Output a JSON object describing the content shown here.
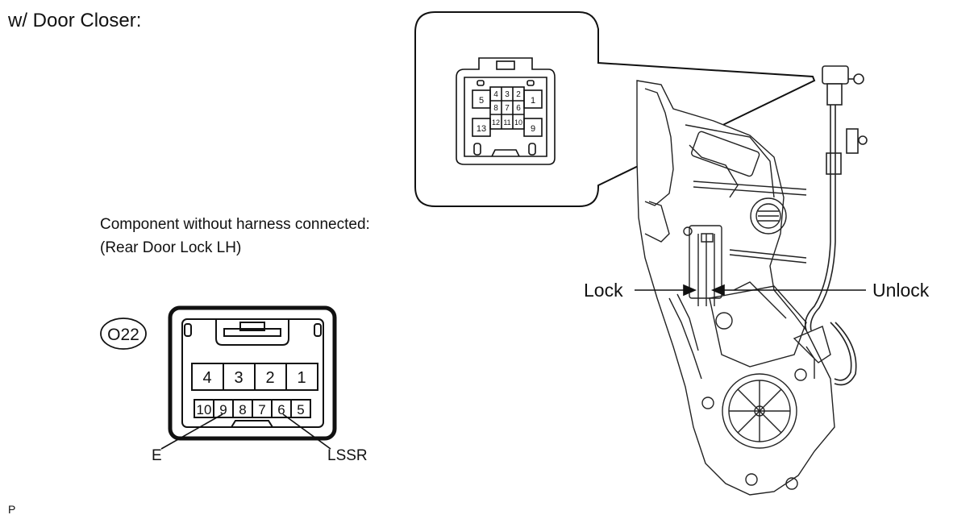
{
  "title": "w/ Door Closer:",
  "caption": {
    "line1": "Component without harness connected:",
    "line2": "(Rear Door Lock LH)"
  },
  "connector": {
    "code": "O22",
    "top_row": [
      "4",
      "3",
      "2",
      "1"
    ],
    "bottom_row": [
      "10",
      "9",
      "8",
      "7",
      "6",
      "5"
    ],
    "pin_labels": {
      "e": "E",
      "lssr": "LSSR"
    }
  },
  "detail_connector": {
    "row1": [
      "4",
      "3",
      "2"
    ],
    "row2": [
      "8",
      "7",
      "6"
    ],
    "row3": [
      "12",
      "11",
      "10"
    ],
    "left_top": "5",
    "left_bottom": "13",
    "right_top": "1",
    "right_bottom": "9"
  },
  "lock_labels": {
    "lock": "Lock",
    "unlock": "Unlock"
  },
  "footer_code": "P"
}
